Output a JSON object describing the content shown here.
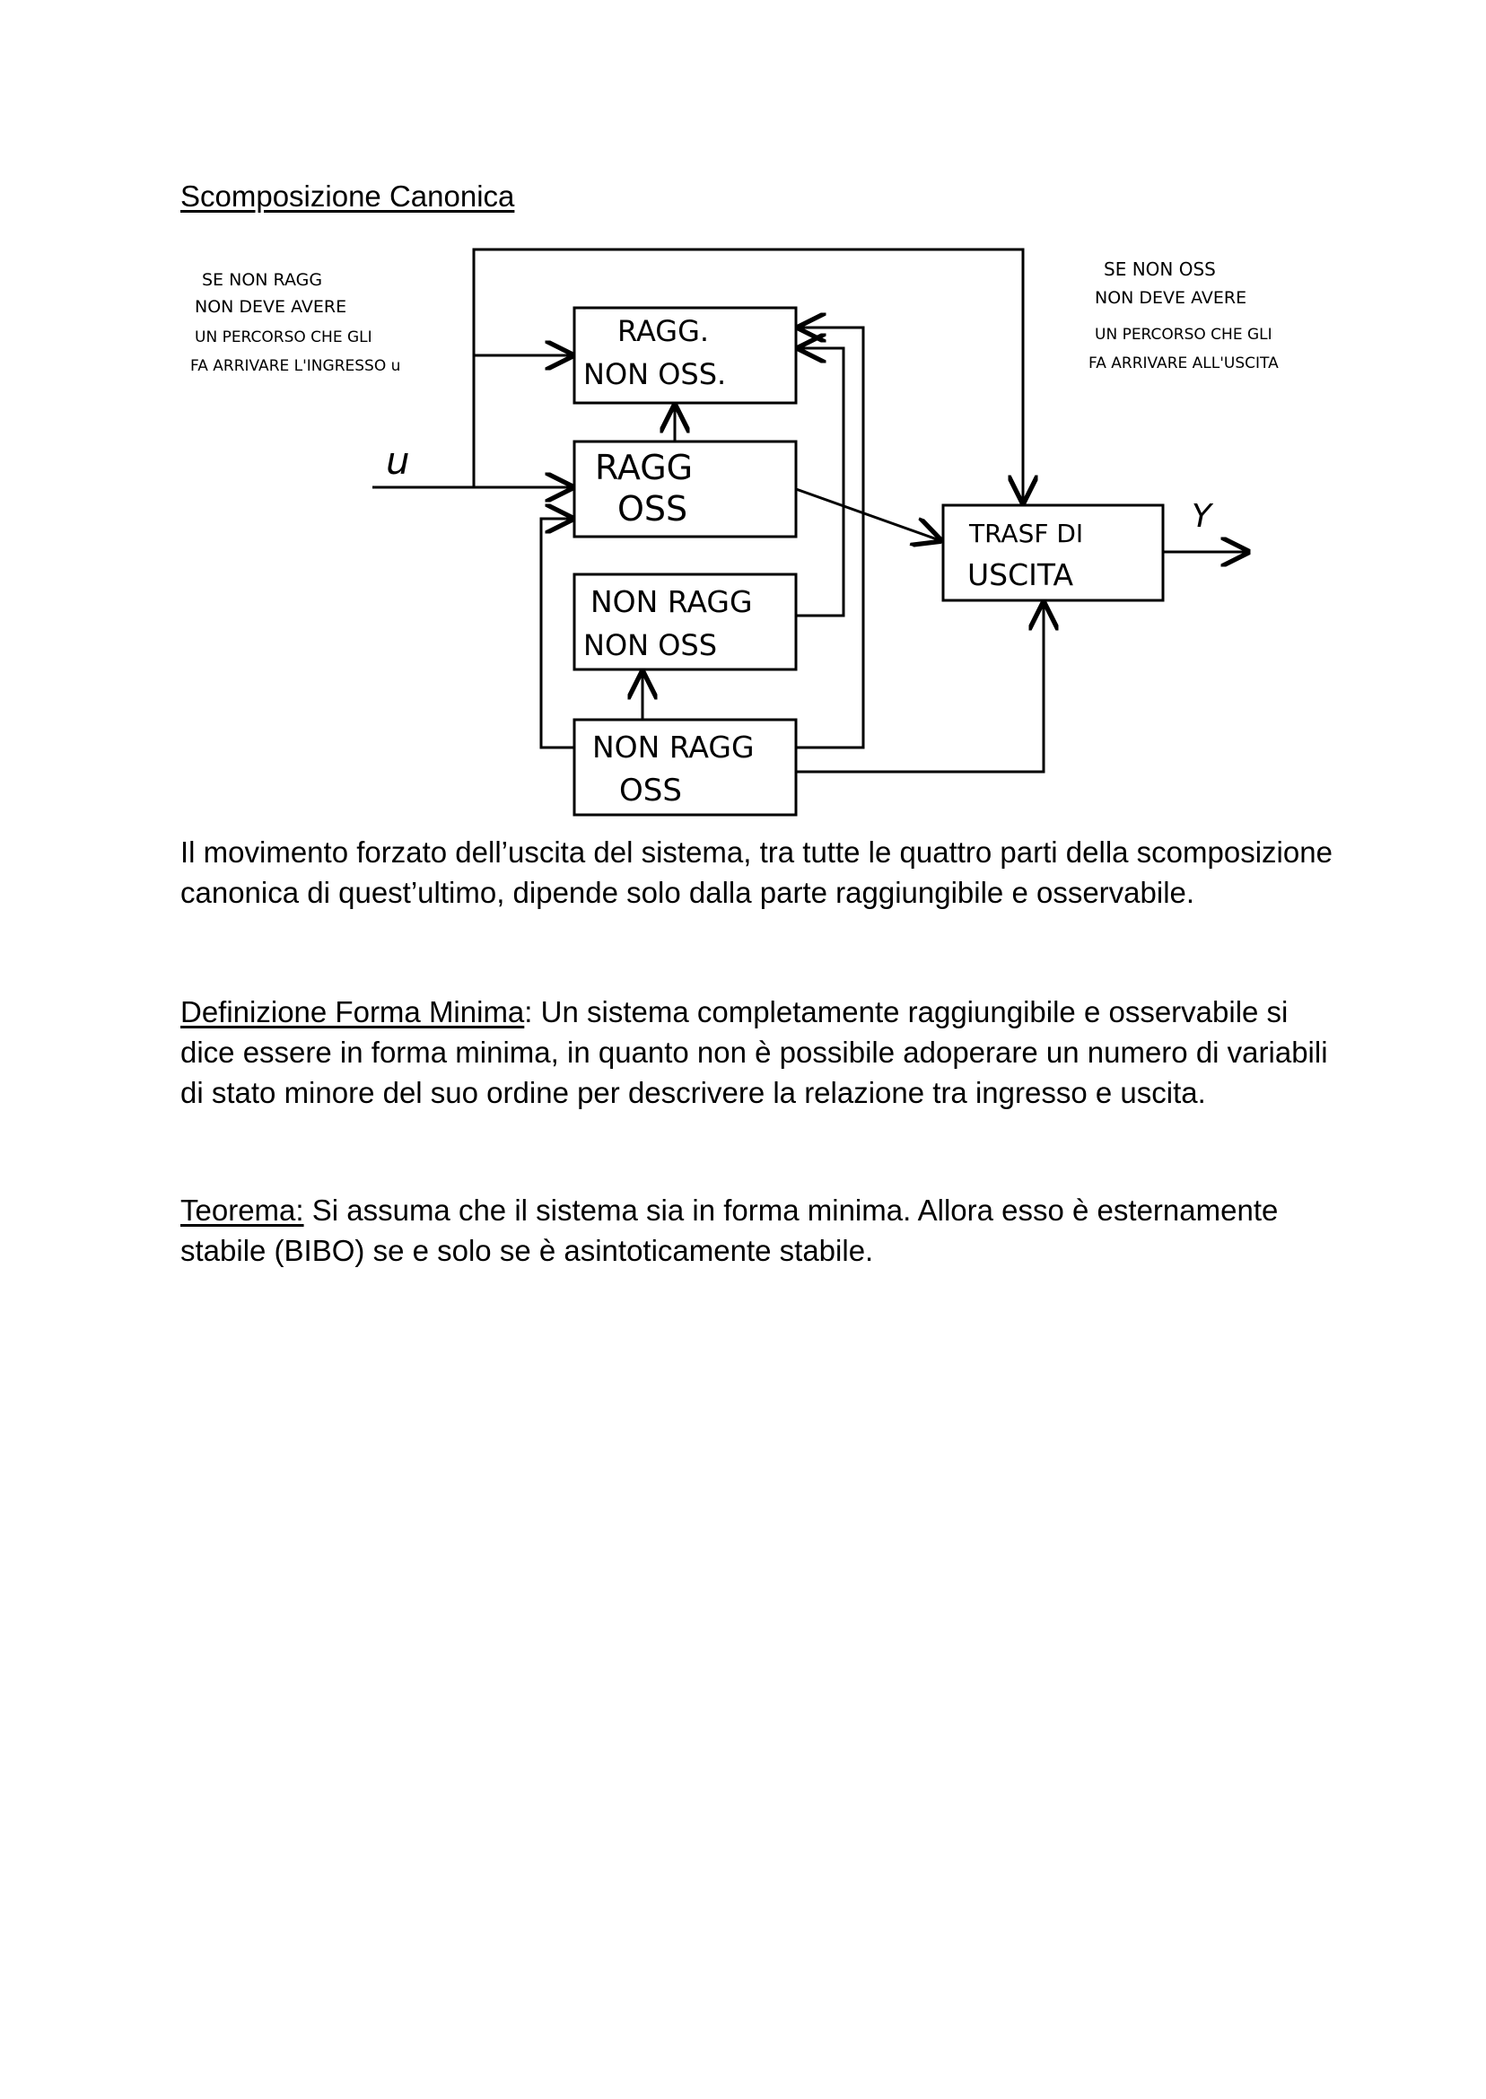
{
  "title": "Scomposizione Canonica",
  "diagram": {
    "note_left": [
      "SE NON RAGG",
      "NON DEVE AVERE",
      "UN PERCORSO CHE GLI",
      "FA ARRIVARE L'INGRESSO u"
    ],
    "note_right": [
      "SE NON OSS",
      "NON DEVE AVERE",
      "UN PERCORSO CHE GLI",
      "FA ARRIVARE ALL'USCITA"
    ],
    "input_label": "u",
    "output_label": "Y",
    "blocks": {
      "ragg_non_oss": [
        "RAGG.",
        "NON OSS."
      ],
      "ragg_oss": [
        "RAGG",
        "OSS"
      ],
      "non_ragg_non_oss": [
        "NON RAGG",
        "NON OSS"
      ],
      "non_ragg_oss": [
        "NON RAGG",
        "OSS"
      ],
      "trasf_uscita": [
        "TRASF DI",
        "USCITA"
      ]
    }
  },
  "paragraph1": "Il movimento forzato dell’uscita del sistema, tra tutte le quattro parti della scomposizione canonica di quest’ultimo, dipende solo dalla parte raggiungibile e osservabile.",
  "definition": {
    "label": "Definizione Forma Minima",
    "text": ": Un sistema completamente raggiungibile e osservabile si dice essere in forma minima, in quanto non è possibile adoperare un numero di variabili di stato minore del suo ordine per descrivere la relazione tra ingresso e uscita."
  },
  "theorem": {
    "label": "Teorema:",
    "text": " Si assuma che il sistema sia in forma minima. Allora esso è esternamente stabile (BIBO) se e solo se è asintoticamente stabile."
  }
}
